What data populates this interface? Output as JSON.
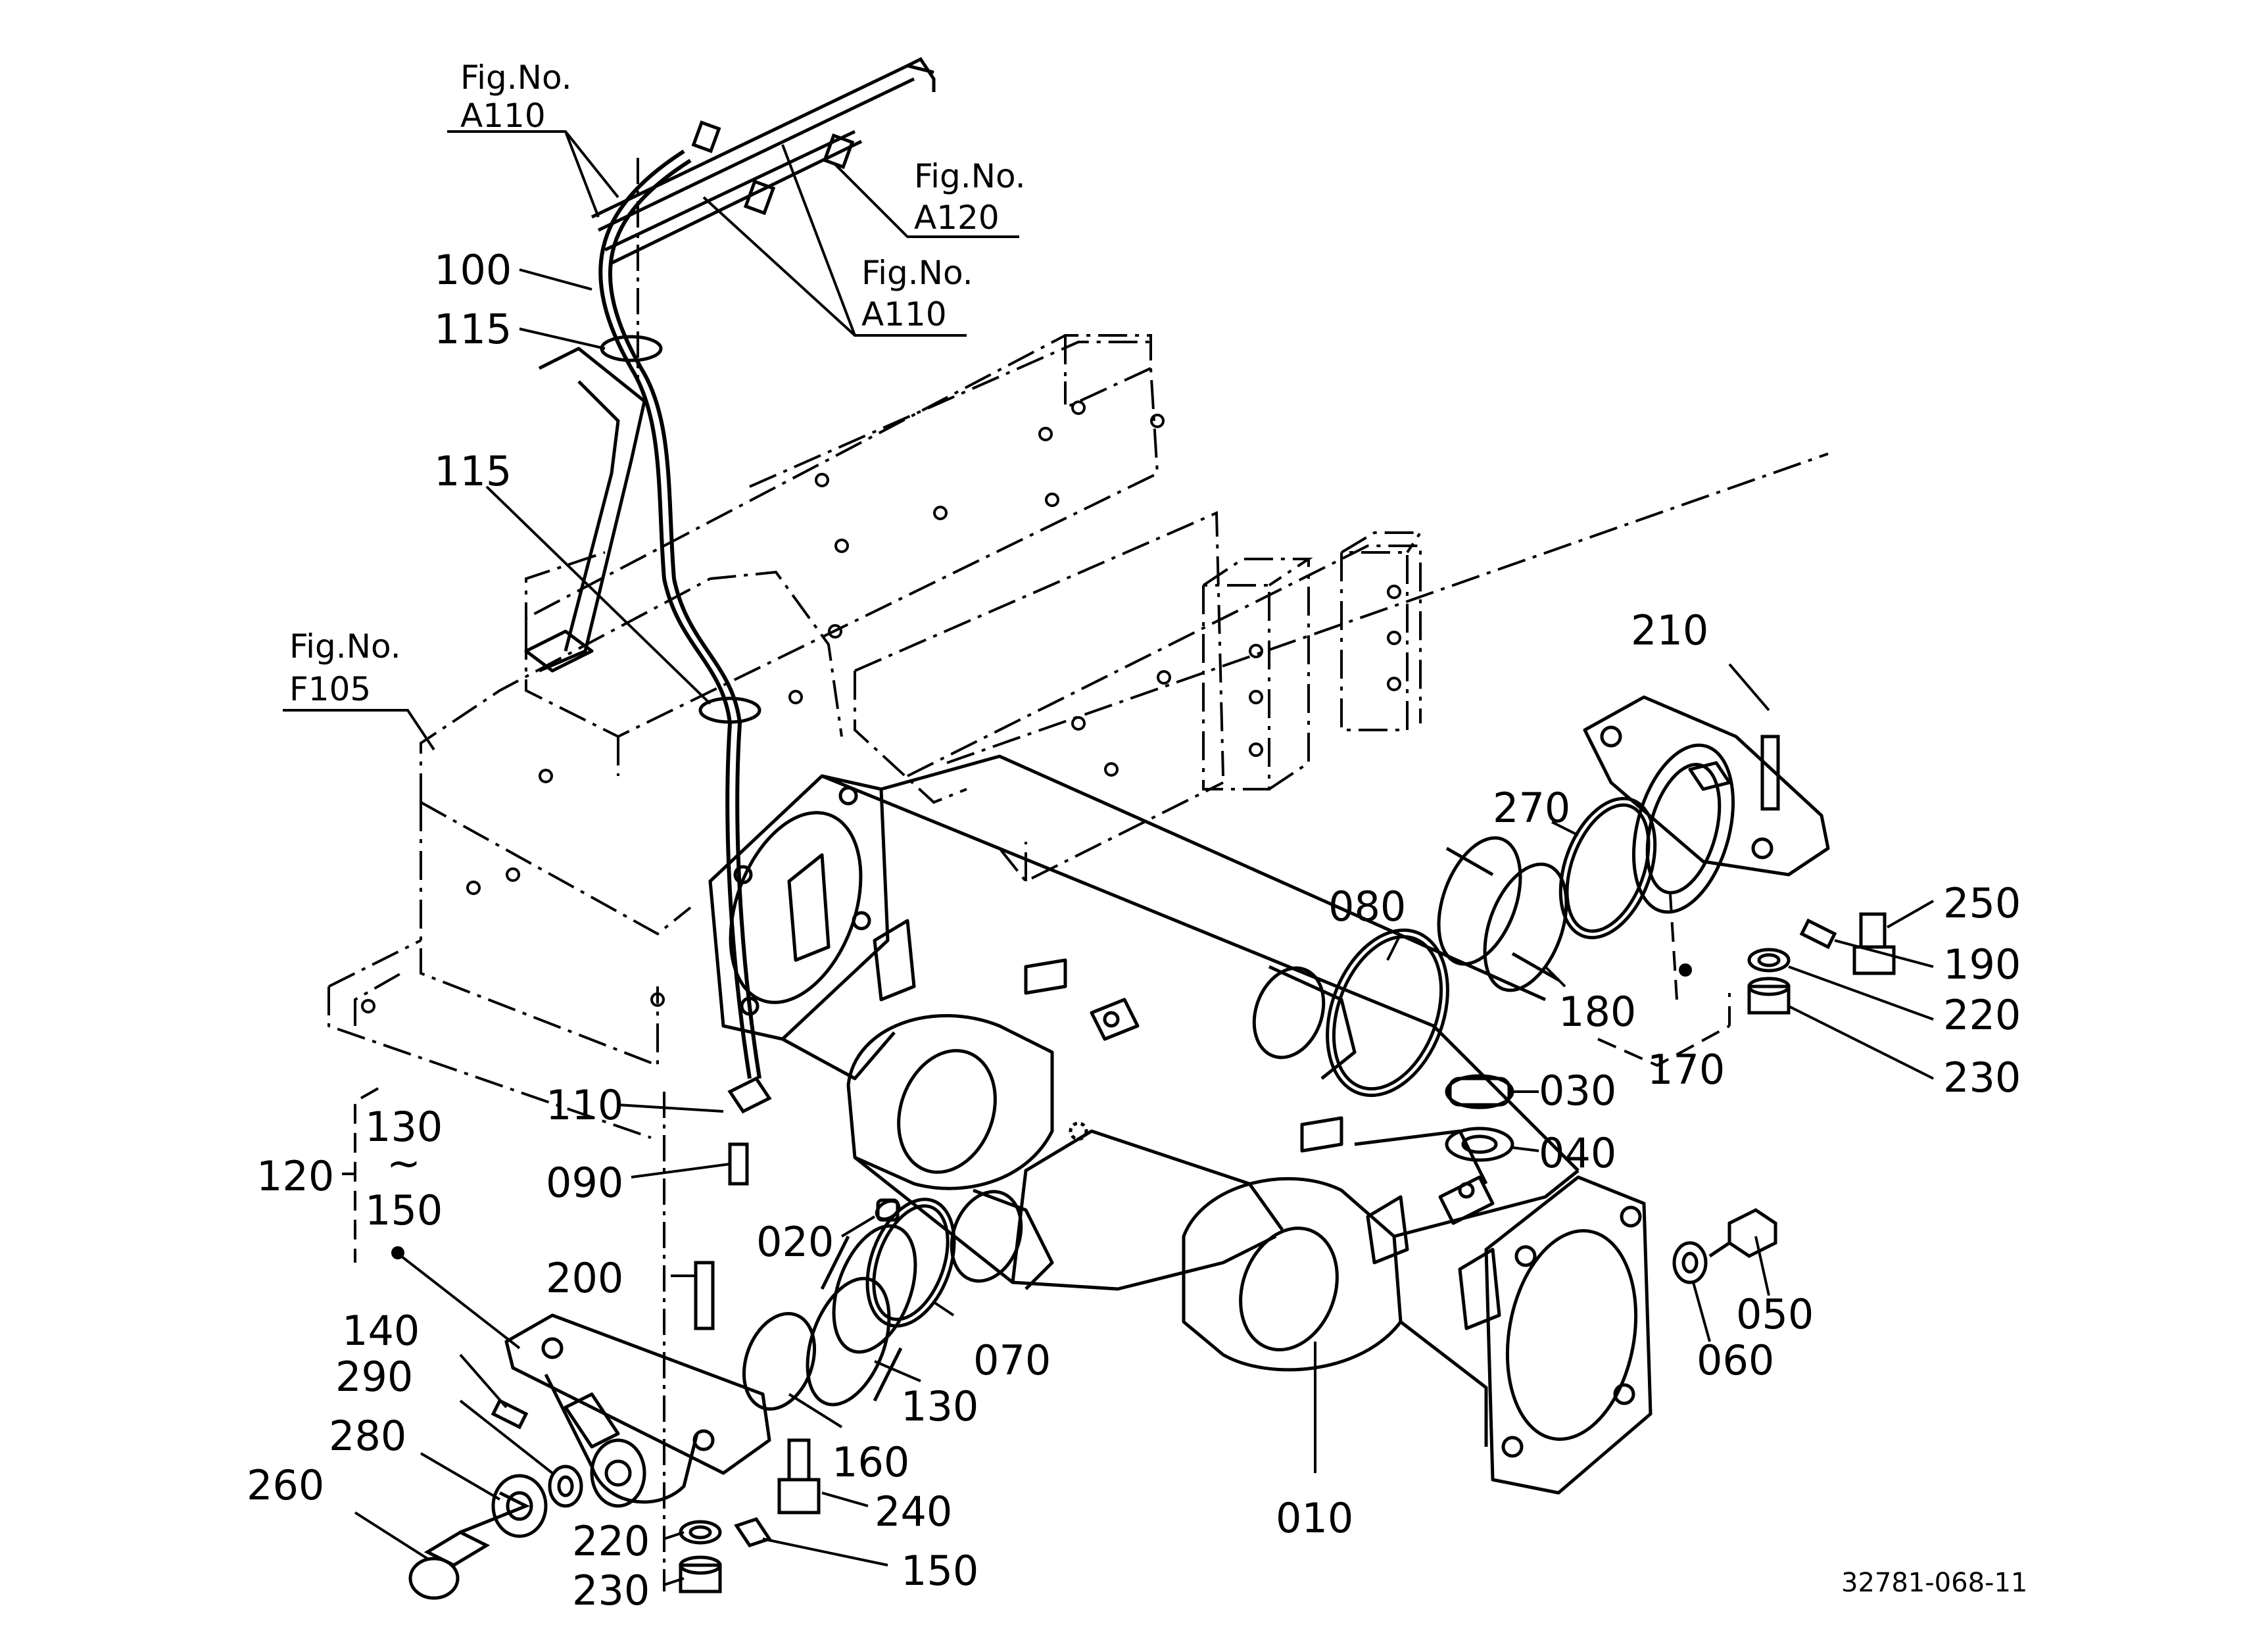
{
  "fig_refs": {
    "a110_top": {
      "line1": "Fig.No.",
      "line2": "A110"
    },
    "a120": {
      "line1": "Fig.No.",
      "line2": "A120"
    },
    "a110_mid": {
      "line1": "Fig.No.",
      "line2": "A110"
    },
    "f105": {
      "line1": "Fig.No.",
      "line2": "F105"
    }
  },
  "parts": {
    "p100": "100",
    "p115a": "115",
    "p115b": "115",
    "p110": "110",
    "p090": "090",
    "p020": "020",
    "p070": "070",
    "p130": "130",
    "p160": "160",
    "p010": "010",
    "p240": "240",
    "p150": "150",
    "p200": "200",
    "p140": "140",
    "p290": "290",
    "p280": "280",
    "p260": "260",
    "p220b": "220",
    "p230b": "230",
    "p210": "210",
    "p270": "270",
    "p080": "080",
    "p180": "180",
    "p170": "170",
    "p250": "250",
    "p190": "190",
    "p220": "220",
    "p230": "230",
    "p030": "030",
    "p040": "040",
    "p050": "050",
    "p060": "060"
  },
  "group120": {
    "label": "120",
    "from": "130",
    "tilde": "~",
    "to": "150"
  },
  "drawing_code": "32781-068-11"
}
